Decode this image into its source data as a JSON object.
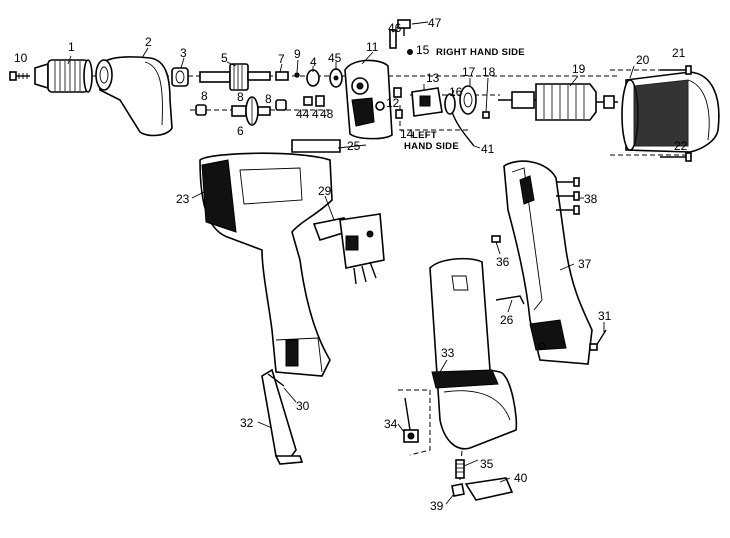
{
  "diagram": {
    "side_labels": {
      "right": "RIGHT HAND SIDE",
      "left_1": "LEFT",
      "left_2": "HAND SIDE"
    },
    "callouts": [
      {
        "id": "p1",
        "text": "1"
      },
      {
        "id": "p2",
        "text": "2"
      },
      {
        "id": "p3",
        "text": "3"
      },
      {
        "id": "p4",
        "text": "4"
      },
      {
        "id": "p5",
        "text": "5"
      },
      {
        "id": "p6",
        "text": "6"
      },
      {
        "id": "p7",
        "text": "7"
      },
      {
        "id": "p8a",
        "text": "8"
      },
      {
        "id": "p8b",
        "text": "8"
      },
      {
        "id": "p9",
        "text": "9"
      },
      {
        "id": "p10",
        "text": "10"
      },
      {
        "id": "p11",
        "text": "11"
      },
      {
        "id": "p12",
        "text": "12"
      },
      {
        "id": "p13",
        "text": "13"
      },
      {
        "id": "p14",
        "text": "14"
      },
      {
        "id": "p15",
        "text": "15"
      },
      {
        "id": "p16",
        "text": "16"
      },
      {
        "id": "p17",
        "text": "17"
      },
      {
        "id": "p18",
        "text": "18"
      },
      {
        "id": "p19",
        "text": "19"
      },
      {
        "id": "p20",
        "text": "20"
      },
      {
        "id": "p21",
        "text": "21"
      },
      {
        "id": "p22",
        "text": "22"
      },
      {
        "id": "p23",
        "text": "23"
      },
      {
        "id": "p25",
        "text": "25"
      },
      {
        "id": "p26",
        "text": "26"
      },
      {
        "id": "p29",
        "text": "29"
      },
      {
        "id": "p30",
        "text": "30"
      },
      {
        "id": "p31",
        "text": "31"
      },
      {
        "id": "p32",
        "text": "32"
      },
      {
        "id": "p33",
        "text": "33"
      },
      {
        "id": "p34",
        "text": "34"
      },
      {
        "id": "p35",
        "text": "35"
      },
      {
        "id": "p36",
        "text": "36"
      },
      {
        "id": "p37",
        "text": "37"
      },
      {
        "id": "p38",
        "text": "38"
      },
      {
        "id": "p39",
        "text": "39"
      },
      {
        "id": "p40",
        "text": "40"
      },
      {
        "id": "p41",
        "text": "41"
      },
      {
        "id": "p44a",
        "text": "44"
      },
      {
        "id": "p44b",
        "text": "4"
      },
      {
        "id": "p45",
        "text": "45"
      },
      {
        "id": "p46",
        "text": "46"
      },
      {
        "id": "p47",
        "text": "47"
      },
      {
        "id": "p48",
        "text": "48"
      }
    ]
  }
}
